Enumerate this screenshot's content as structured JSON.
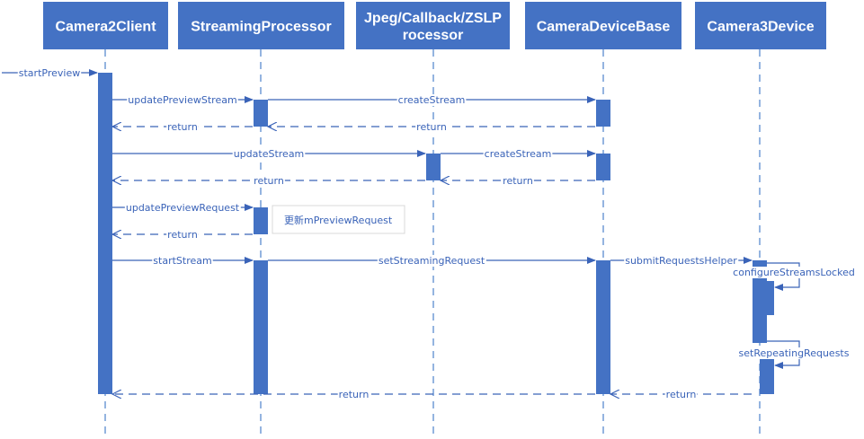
{
  "participants": [
    {
      "id": "camera2client",
      "name": "Camera2Client"
    },
    {
      "id": "streamingprocessor",
      "name": "StreamingProcessor"
    },
    {
      "id": "jpeg",
      "name": "Jpeg/Callback/ZSLP\nrocessor"
    },
    {
      "id": "cameradevicebase",
      "name": "CameraDeviceBase"
    },
    {
      "id": "camera3device",
      "name": "Camera3Device"
    }
  ],
  "messages": [
    {
      "id": "start-preview",
      "label": "startPreview",
      "from": "external",
      "to": "camera2client",
      "kind": "call"
    },
    {
      "id": "update-preview-stream",
      "label": "updatePreviewStream",
      "from": "camera2client",
      "to": "streamingprocessor",
      "kind": "call"
    },
    {
      "id": "create-stream-1",
      "label": "createStream",
      "from": "streamingprocessor",
      "to": "cameradevicebase",
      "kind": "call"
    },
    {
      "id": "return-1",
      "label": "return",
      "from": "cameradevicebase",
      "to": "streamingprocessor",
      "kind": "return"
    },
    {
      "id": "return-2",
      "label": "return",
      "from": "streamingprocessor",
      "to": "camera2client",
      "kind": "return"
    },
    {
      "id": "update-stream",
      "label": "updateStream",
      "from": "camera2client",
      "to": "jpeg",
      "kind": "call"
    },
    {
      "id": "create-stream-2",
      "label": "createStream",
      "from": "jpeg",
      "to": "cameradevicebase",
      "kind": "call"
    },
    {
      "id": "return-3",
      "label": "return",
      "from": "cameradevicebase",
      "to": "jpeg",
      "kind": "return"
    },
    {
      "id": "return-4",
      "label": "return",
      "from": "jpeg",
      "to": "camera2client",
      "kind": "return"
    },
    {
      "id": "update-preview-request",
      "label": "updatePreviewRequest",
      "from": "camera2client",
      "to": "streamingprocessor",
      "kind": "call"
    },
    {
      "id": "return-5",
      "label": "return",
      "from": "streamingprocessor",
      "to": "camera2client",
      "kind": "return"
    },
    {
      "id": "start-stream",
      "label": "startStream",
      "from": "camera2client",
      "to": "streamingprocessor",
      "kind": "call"
    },
    {
      "id": "set-streaming-request",
      "label": "setStreamingRequest",
      "from": "streamingprocessor",
      "to": "cameradevicebase",
      "kind": "call"
    },
    {
      "id": "submit-requests-helper",
      "label": "submitRequestsHelper",
      "from": "cameradevicebase",
      "to": "camera3device",
      "kind": "call"
    },
    {
      "id": "configure-streams-locked",
      "label": "configureStreamsLocked",
      "from": "camera3device",
      "to": "camera3device",
      "kind": "self"
    },
    {
      "id": "set-repeating-requests",
      "label": "setRepeatingRequests",
      "from": "camera3device",
      "to": "camera3device",
      "kind": "self"
    },
    {
      "id": "return-6",
      "label": "return",
      "from": "camera3device",
      "to": "cameradevicebase",
      "kind": "return"
    },
    {
      "id": "return-7",
      "label": "return",
      "from": "cameradevicebase",
      "to": "camera2client",
      "kind": "return"
    }
  ],
  "note": {
    "text": "更新mPreviewRequest"
  },
  "colors": {
    "header_fill": "#4472c4",
    "activation_fill": "#4472c4",
    "line": "#3a63b8",
    "text": "#3a63b8",
    "lifeline": "#5b8bd0",
    "note_border": "#d9d9d9"
  }
}
